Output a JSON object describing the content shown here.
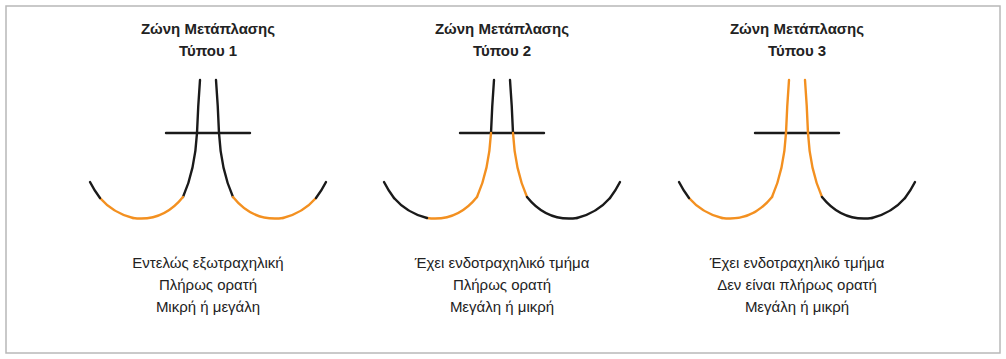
{
  "diagram": {
    "labels": [
      "Ζώνη Μετάπλασης Τύπου 1",
      "Εντελώς εξωτραχηλική",
      "Πλήρως ορατή",
      "Μικρή ή μεγάλη",
      "Ζώνη Μετάπλασης Τύπου 2",
      "Έχει ενδοτραχηλικό τμήμα",
      "Πλήρως ορατή",
      "Μεγάλη ή μικρή",
      "Ζώνη Μετάπλασης Τύπου 3",
      "Έχει ενδοτραχηλικό τμήμα",
      "Δεν είναι πλήρως ορατή",
      "Μεγάλη ή μικρή"
    ]
  }
}
